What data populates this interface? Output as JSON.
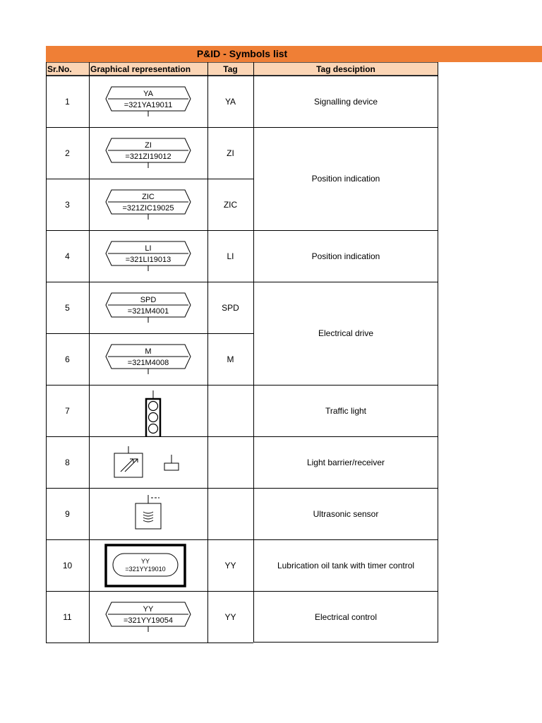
{
  "title": "P&ID - Symbols list",
  "headers": {
    "srno": "Sr.No.",
    "graphical": "Graphical representation",
    "tag": "Tag",
    "desc": "Tag desciption"
  },
  "colors": {
    "banner": "#ef7f36",
    "header_bg": "#fbd5b5"
  },
  "rows": [
    {
      "sr": "1",
      "tag": "YA",
      "sym_top": "YA",
      "sym_bottom": "=321YA19011",
      "icon": "hexagonal-tag-box-icon"
    },
    {
      "sr": "2",
      "tag": "ZI",
      "sym_top": "ZI",
      "sym_bottom": "=321ZI19012",
      "icon": "hexagonal-tag-box-icon"
    },
    {
      "sr": "3",
      "tag": "ZIC",
      "sym_top": "ZIC",
      "sym_bottom": "=321ZIC19025",
      "icon": "hexagonal-tag-box-icon"
    },
    {
      "sr": "4",
      "tag": "LI",
      "sym_top": "LI",
      "sym_bottom": "=321LI19013",
      "icon": "hexagonal-tag-box-icon"
    },
    {
      "sr": "5",
      "tag": "SPD",
      "sym_top": "SPD",
      "sym_bottom": "=321M4001",
      "icon": "hexagonal-tag-box-icon"
    },
    {
      "sr": "6",
      "tag": "M",
      "sym_top": "M",
      "sym_bottom": "=321M4008",
      "icon": "hexagonal-tag-box-icon"
    },
    {
      "sr": "7",
      "tag": "",
      "icon": "traffic-light-icon"
    },
    {
      "sr": "8",
      "tag": "",
      "icon": "light-barrier-receiver-icon"
    },
    {
      "sr": "9",
      "tag": "",
      "icon": "ultrasonic-sensor-icon"
    },
    {
      "sr": "10",
      "tag": "YY",
      "sym_top": "YY",
      "sym_bottom": "=321YY19010",
      "icon": "oil-tank-timer-icon"
    },
    {
      "sr": "11",
      "tag": "YY",
      "sym_top": "YY",
      "sym_bottom": "=321YY19054",
      "icon": "hexagonal-tag-box-icon"
    }
  ],
  "descriptions": [
    {
      "text": "Signalling device"
    },
    {
      "text": "Position indication"
    },
    {
      "text": "Position indication"
    },
    {
      "text": "Electrical drive"
    },
    {
      "text": "Traffic light"
    },
    {
      "text": "Light barrier/receiver"
    },
    {
      "text": "Ultrasonic sensor"
    },
    {
      "text": "Lubrication oil tank with timer control"
    },
    {
      "text": "Electrical control"
    }
  ]
}
